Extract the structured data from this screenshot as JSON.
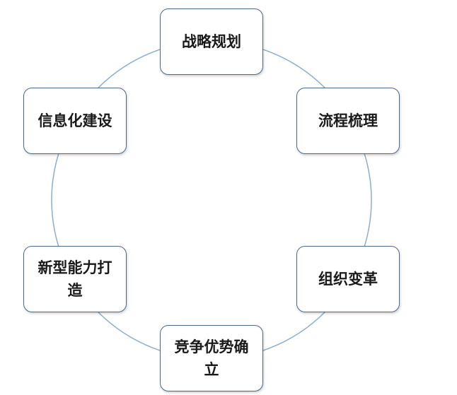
{
  "diagram": {
    "type": "cycle",
    "colors": {
      "ring": "#8aaed0",
      "node_border": "#4a6a8a",
      "node_fill": "#ffffff",
      "text": "#1a1a1a"
    },
    "nodes": [
      {
        "label": "战略规划"
      },
      {
        "label": "流程梳理"
      },
      {
        "label": "组织变革"
      },
      {
        "label": "竞争优势确立"
      },
      {
        "label": "新型能力打造"
      },
      {
        "label": "信息化建设"
      }
    ]
  }
}
